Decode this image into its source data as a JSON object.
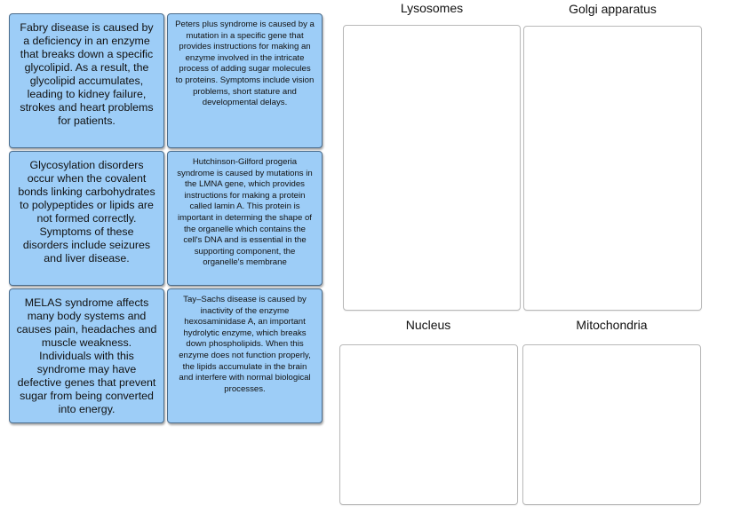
{
  "cards": [
    {
      "id": "fabry",
      "text": "Fabry disease is caused by a deficiency in an enzyme that breaks down a specific glycolipid. As a result, the glycolipid accumulates, leading to kidney failure, strokes and heart problems for patients."
    },
    {
      "id": "peters-plus",
      "text": "Peters plus syndrome is caused by a mutation in a specific gene that provides instructions for making an enzyme involved in the intricate process of adding sugar molecules to proteins. Symptoms include vision problems, short stature and developmental delays."
    },
    {
      "id": "glycosylation",
      "text": "Glycosylation disorders occur when the covalent bonds linking carbohydrates to polypeptides or lipids are not formed correctly. Symptoms of these disorders include seizures and liver disease."
    },
    {
      "id": "progeria",
      "text": "Hutchinson-Gilford progeria syndrome is caused by mutations in the LMNA gene, which provides instructions for making a protein called lamin A. This protein is important in determing the shape of the organelle which contains the cell's DNA and is essential in the supporting component, the organelle's membrane"
    },
    {
      "id": "melas",
      "text": "MELAS syndrome affects many body systems and causes pain, headaches and muscle weakness. Individuals with this syndrome may have defective genes that prevent sugar from being converted into energy."
    },
    {
      "id": "tay-sachs",
      "text": "Tay–Sachs disease is caused by inactivity of the enzyme hexosaminidase A, an important hydrolytic enzyme, which breaks down phospholipids. When this enzyme does not function properly, the lipids accumulate in the brain and interfere with normal biological processes."
    }
  ],
  "zones": [
    {
      "id": "lysosomes",
      "label": "Lysosomes"
    },
    {
      "id": "golgi",
      "label": "Golgi apparatus"
    },
    {
      "id": "nucleus",
      "label": "Nucleus"
    },
    {
      "id": "mitochondria",
      "label": "Mitochondria"
    }
  ],
  "colors": {
    "card_fill": "#9dcdf7",
    "card_border": "#4a6c8c",
    "zone_border": "#b9b9b9"
  }
}
